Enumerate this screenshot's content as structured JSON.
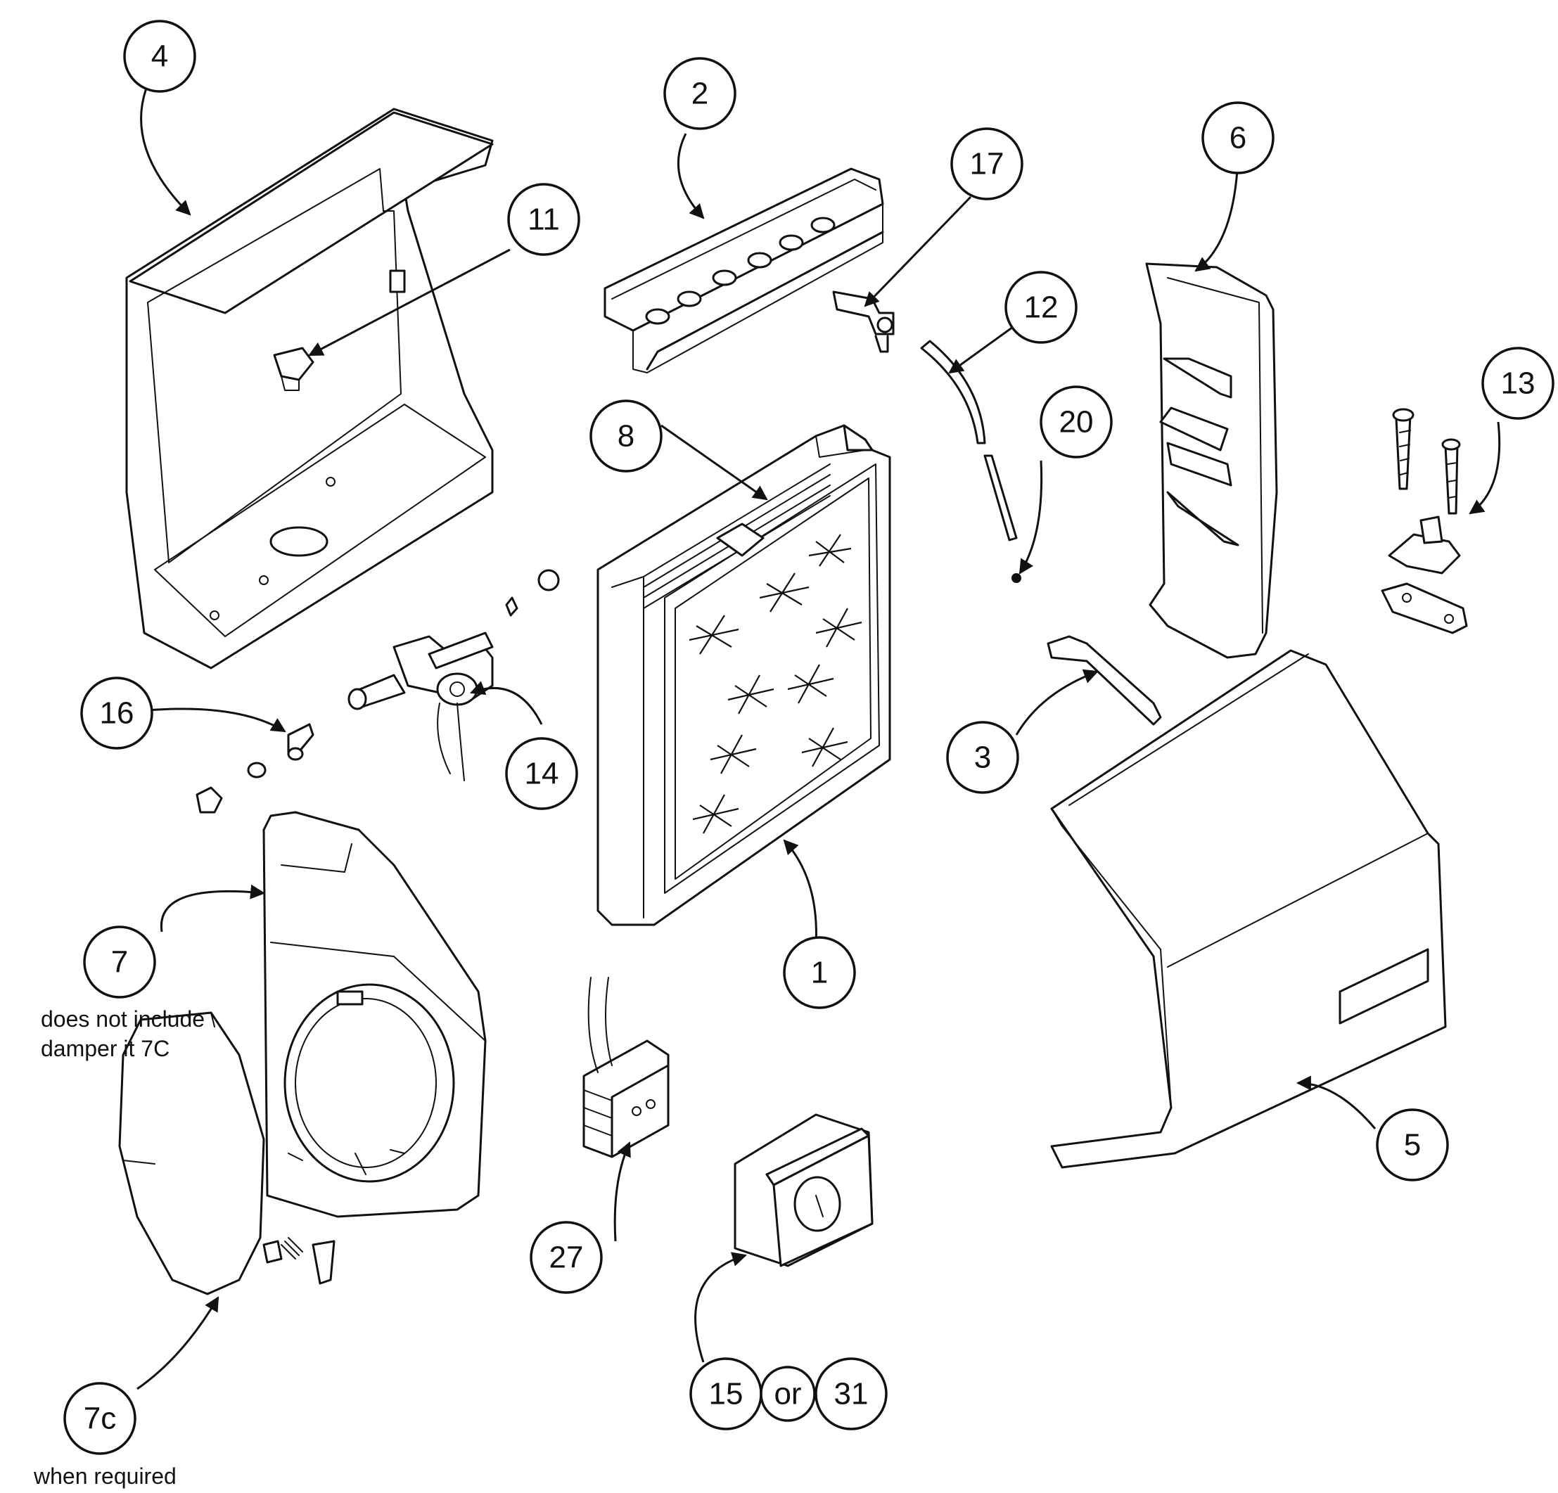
{
  "callouts": {
    "c1": "1",
    "c2": "2",
    "c3": "3",
    "c4": "4",
    "c5": "5",
    "c6": "6",
    "c7": "7",
    "c7c": "7c",
    "c8": "8",
    "c11": "11",
    "c12": "12",
    "c13": "13",
    "c14": "14",
    "c15": "15",
    "cor": "or",
    "c31": "31",
    "c16": "16",
    "c17": "17",
    "c20": "20",
    "c27": "27"
  },
  "notes": {
    "part7_line1": "does not include",
    "part7_line2": "damper it 7C",
    "part7c": "when required"
  }
}
